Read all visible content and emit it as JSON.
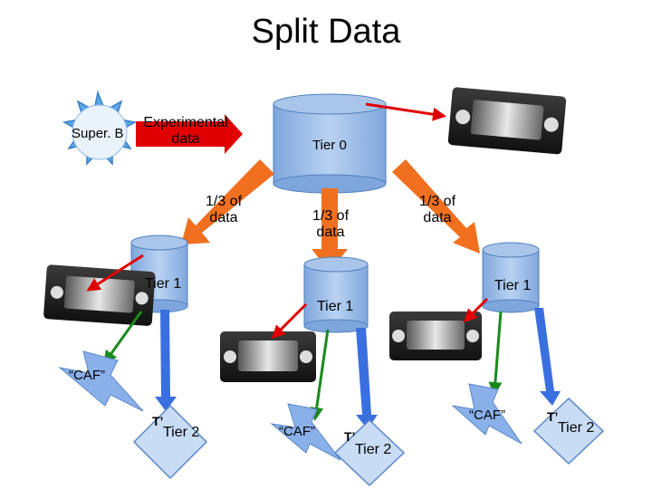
{
  "title": "Split Data",
  "source": {
    "label": "Super. B"
  },
  "experimental": {
    "line1": "Experimental",
    "line2": "data"
  },
  "tier0": {
    "label": "Tier 0"
  },
  "splits": [
    {
      "line1": "1/3 of",
      "line2": "data"
    },
    {
      "line1": "1/3 of",
      "line2": "data"
    },
    {
      "line1": "1/3 of",
      "line2": "data"
    }
  ],
  "tier1": [
    {
      "label": "Tier 1"
    },
    {
      "label": "Tier 1"
    },
    {
      "label": "Tier 1"
    }
  ],
  "caf": [
    {
      "label": "“CAF”"
    },
    {
      "label": "“CAF”"
    },
    {
      "label": "“CAF”"
    }
  ],
  "tier2": [
    {
      "small": "T’",
      "label": "Tier 2"
    },
    {
      "small": "T’",
      "label": "Tier 2"
    },
    {
      "small": "T’",
      "label": "Tier 2"
    }
  ],
  "colors": {
    "cylinder": "#a9c5ea",
    "cylinder_stroke": "#4f81bd",
    "orange_arrow": "#f07020",
    "red_arrow": "#e00000",
    "green_arrow": "#1a8a1a",
    "blue_arrow": "#3a6fe0",
    "star": "#5aa7e8",
    "lightning": "#8ab0ea"
  }
}
